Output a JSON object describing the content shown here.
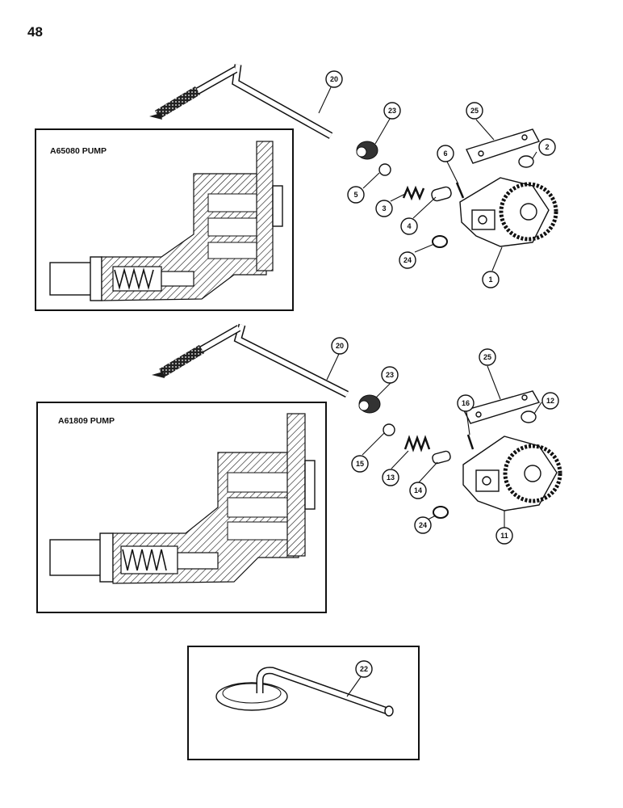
{
  "page_number": "48",
  "panels": {
    "top": {
      "title": "A65080 PUMP"
    },
    "middle": {
      "title": "A61809 PUMP"
    }
  },
  "callouts": {
    "top": [
      "20",
      "23",
      "25",
      "2",
      "6",
      "5",
      "3",
      "4",
      "24",
      "1"
    ],
    "middle": [
      "20",
      "23",
      "25",
      "12",
      "16",
      "15",
      "13",
      "14",
      "24",
      "11"
    ],
    "bottom": [
      "22"
    ]
  }
}
